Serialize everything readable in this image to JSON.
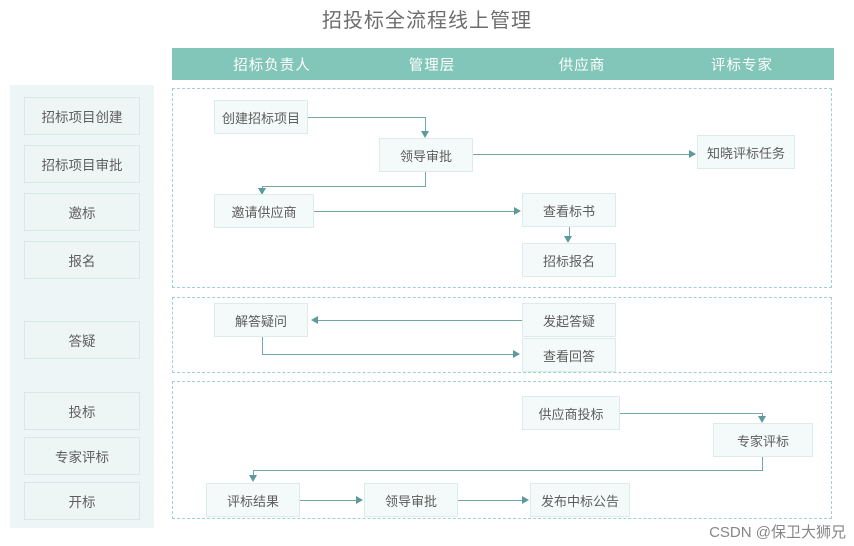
{
  "page": {
    "title": "招投标全流程线上管理",
    "watermark": "CSDN @保卫大狮兄",
    "accent_color": "#81c6b8",
    "node_fill": "#f4faf9",
    "node_border": "#dbecea",
    "connector_color": "#71a7a8",
    "section_border": "#9fd0d8",
    "sidebar_bg": "#eef5f7"
  },
  "lanes": [
    {
      "label": "招标负责人"
    },
    {
      "label": "管理层"
    },
    {
      "label": "供应商"
    },
    {
      "label": "评标专家"
    }
  ],
  "sidebar": {
    "items": [
      {
        "label": "招标项目创建"
      },
      {
        "label": "招标项目审批"
      },
      {
        "label": "邀标"
      },
      {
        "label": "报名"
      },
      {
        "label": "答疑"
      },
      {
        "label": "投标"
      },
      {
        "label": "专家评标"
      },
      {
        "label": "开标"
      }
    ]
  },
  "sections": [
    {
      "name": "bidding-setup",
      "nodes": [
        {
          "label": "创建招标项目",
          "lane": "招标负责人"
        },
        {
          "label": "领导审批",
          "lane": "管理层"
        },
        {
          "label": "知晓评标任务",
          "lane": "评标专家"
        },
        {
          "label": "邀请供应商",
          "lane": "招标负责人"
        },
        {
          "label": "查看标书",
          "lane": "供应商"
        },
        {
          "label": "招标报名",
          "lane": "供应商"
        }
      ],
      "edges": [
        {
          "from": "创建招标项目",
          "to": "领导审批"
        },
        {
          "from": "领导审批",
          "to": "知晓评标任务"
        },
        {
          "from": "领导审批",
          "to": "邀请供应商"
        },
        {
          "from": "邀请供应商",
          "to": "查看标书"
        },
        {
          "from": "查看标书",
          "to": "招标报名"
        }
      ]
    },
    {
      "name": "qa",
      "nodes": [
        {
          "label": "解答疑问",
          "lane": "招标负责人"
        },
        {
          "label": "发起答疑",
          "lane": "供应商"
        },
        {
          "label": "查看回答",
          "lane": "供应商"
        }
      ],
      "edges": [
        {
          "from": "发起答疑",
          "to": "解答疑问"
        },
        {
          "from": "解答疑问",
          "to": "查看回答"
        }
      ]
    },
    {
      "name": "tender-evaluation",
      "nodes": [
        {
          "label": "供应商投标",
          "lane": "供应商"
        },
        {
          "label": "专家评标",
          "lane": "评标专家"
        },
        {
          "label": "评标结果",
          "lane": "招标负责人"
        },
        {
          "label": "领导审批",
          "lane": "管理层"
        },
        {
          "label": "发布中标公告",
          "lane": "供应商"
        }
      ],
      "edges": [
        {
          "from": "供应商投标",
          "to": "专家评标"
        },
        {
          "from": "专家评标",
          "to": "评标结果"
        },
        {
          "from": "评标结果",
          "to": "领导审批"
        },
        {
          "from": "领导审批",
          "to": "发布中标公告"
        }
      ]
    }
  ]
}
